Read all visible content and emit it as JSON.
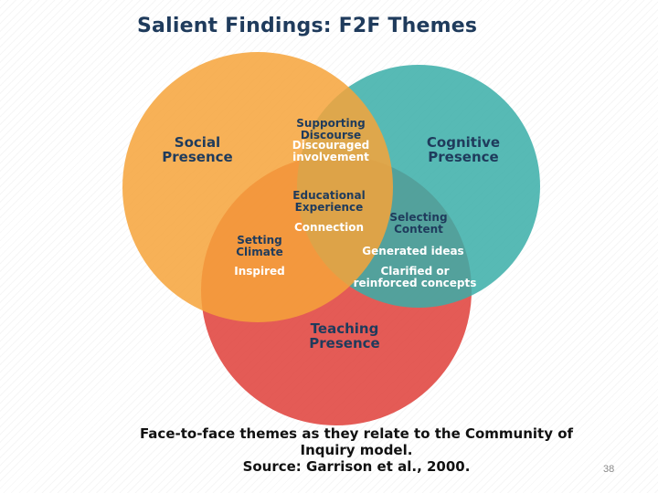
{
  "slide": {
    "title": "Salient Findings: F2F Themes",
    "caption_line1": "Face-to-face themes as they relate to the Community of",
    "caption_line2": "Inquiry model.",
    "caption_line3": "Source: Garrison et al., 2000.",
    "page_number": "38"
  },
  "venn": {
    "circles": [
      {
        "label_line1": "Social",
        "label_line2": "Presence",
        "color": "#f6a33a"
      },
      {
        "label_line1": "Cognitive",
        "label_line2": "Presence",
        "color": "#3aaea8"
      },
      {
        "label_line1": "Teaching",
        "label_line2": "Presence",
        "color": "#e0443f"
      }
    ],
    "social_cognitive": {
      "line1": "Supporting",
      "line2": "Discourse",
      "line3": "Discouraged",
      "line4": "involvement"
    },
    "center": {
      "line1": "Educational",
      "line2": "Experience",
      "line3": "Connection"
    },
    "social_teaching": {
      "line1": "Setting",
      "line2": "Climate",
      "line3": "Inspired"
    },
    "cognitive_teaching": {
      "line1": "Selecting",
      "line2": "Content",
      "line3": "Generated ideas",
      "line4": "Clarified or",
      "line5": "reinforced concepts"
    }
  }
}
